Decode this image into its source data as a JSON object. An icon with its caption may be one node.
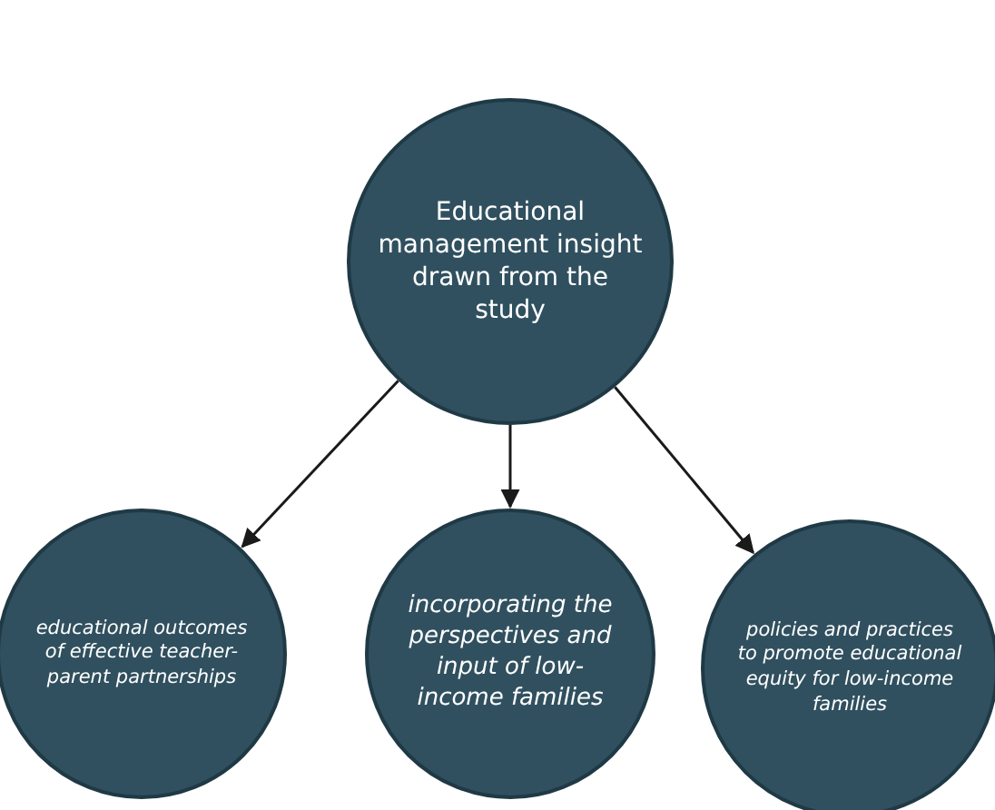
{
  "diagram": {
    "nodes": [
      {
        "text": [
          "Educational management insight drawn from the study"
        ]
      },
      {
        "text": [
          "educational outcomes of effective teacher-parent partnerships"
        ]
      },
      {
        "text": [
          "incorporating the perspectives and input of low-income families"
        ]
      },
      {
        "text": [
          "policies and practices to promote educational equity for low-income families"
        ]
      }
    ],
    "edges": [
      {
        "from": 0,
        "to": 1,
        "arrow": "to"
      },
      {
        "from": 0,
        "to": 2,
        "arrow": "to"
      },
      {
        "from": 0,
        "to": 3,
        "arrow": "to"
      }
    ]
  }
}
